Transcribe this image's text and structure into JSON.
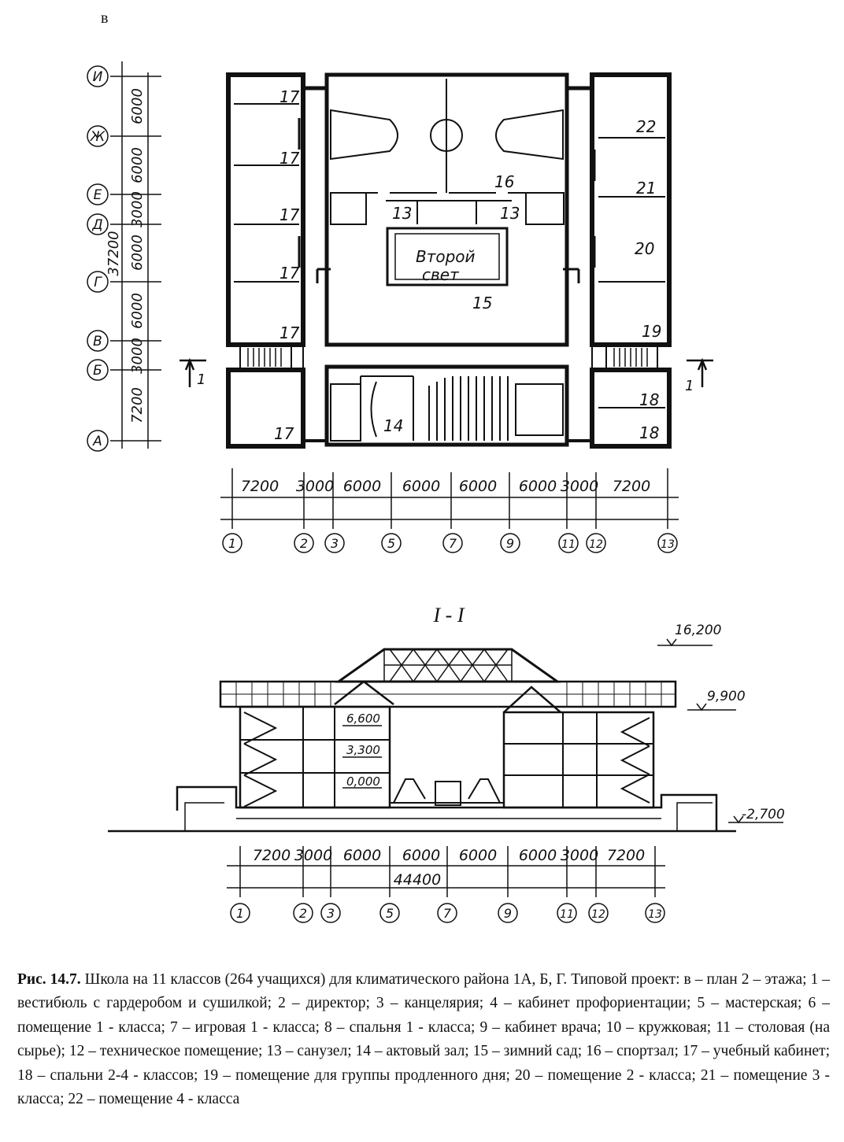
{
  "corner_letter": "в",
  "plan": {
    "axes_letters": [
      "И",
      "Ж",
      "Е",
      "Д",
      "Г",
      "В",
      "Б",
      "А"
    ],
    "vertical_dims": [
      "6000",
      "6000",
      "3000",
      "6000",
      "6000",
      "3000",
      "7200"
    ],
    "total_height": "37200",
    "horizontal_dims": [
      "7200",
      "3000",
      "6000",
      "6000",
      "6000",
      "6000",
      "3000",
      "7200"
    ],
    "axes_numbers": [
      "1",
      "2",
      "3",
      "5",
      "7",
      "9",
      "11",
      "12",
      "13"
    ],
    "rooms": {
      "r17": "17",
      "r16": "16",
      "r13": "13",
      "r15": "15",
      "r14": "14",
      "r18": "18",
      "r19": "19",
      "r20": "20",
      "r21": "21",
      "r22": "22"
    },
    "light_well": [
      "Второй",
      "свет"
    ],
    "section_mark": "1"
  },
  "section": {
    "title": "I - I",
    "levels": [
      "16,200",
      "9,900",
      "6,600",
      "3,300",
      "0,000",
      "-2,700"
    ],
    "dims": [
      "7200",
      "3000",
      "6000",
      "6000",
      "6000",
      "6000",
      "3000",
      "7200"
    ],
    "total": "44400",
    "axes_numbers": [
      "1",
      "2",
      "3",
      "5",
      "7",
      "9",
      "11",
      "12",
      "13"
    ]
  },
  "caption": {
    "label": "Рис. 14.7.",
    "text": " Школа на 11 классов (264 учащихся) для климатического района 1А, Б, Г. Типовой проект: в – план 2 – этажа; 1 – вестибюль с гардеробом и сушилкой; 2 – директор; 3 – канцелярия; 4 – кабинет профориентации; 5 – мастерская; 6 – помещение 1 - класса; 7 – игровая 1 - класса; 8 – спальня 1 - класса; 9 – кабинет врача; 10 – кружковая; 11 – столовая (на сырье); 12 – техническое помещение; 13 – санузел; 14 – актовый зал; 15 – зимний сад; 16 – спортзал; 17 – учебный кабинет; 18 – спальни 2-4 - классов; 19 – помещение для группы продленного дня; 20 – помещение 2 - класса; 21 – помещение 3 - класса; 22 – помещение 4 - класса"
  }
}
